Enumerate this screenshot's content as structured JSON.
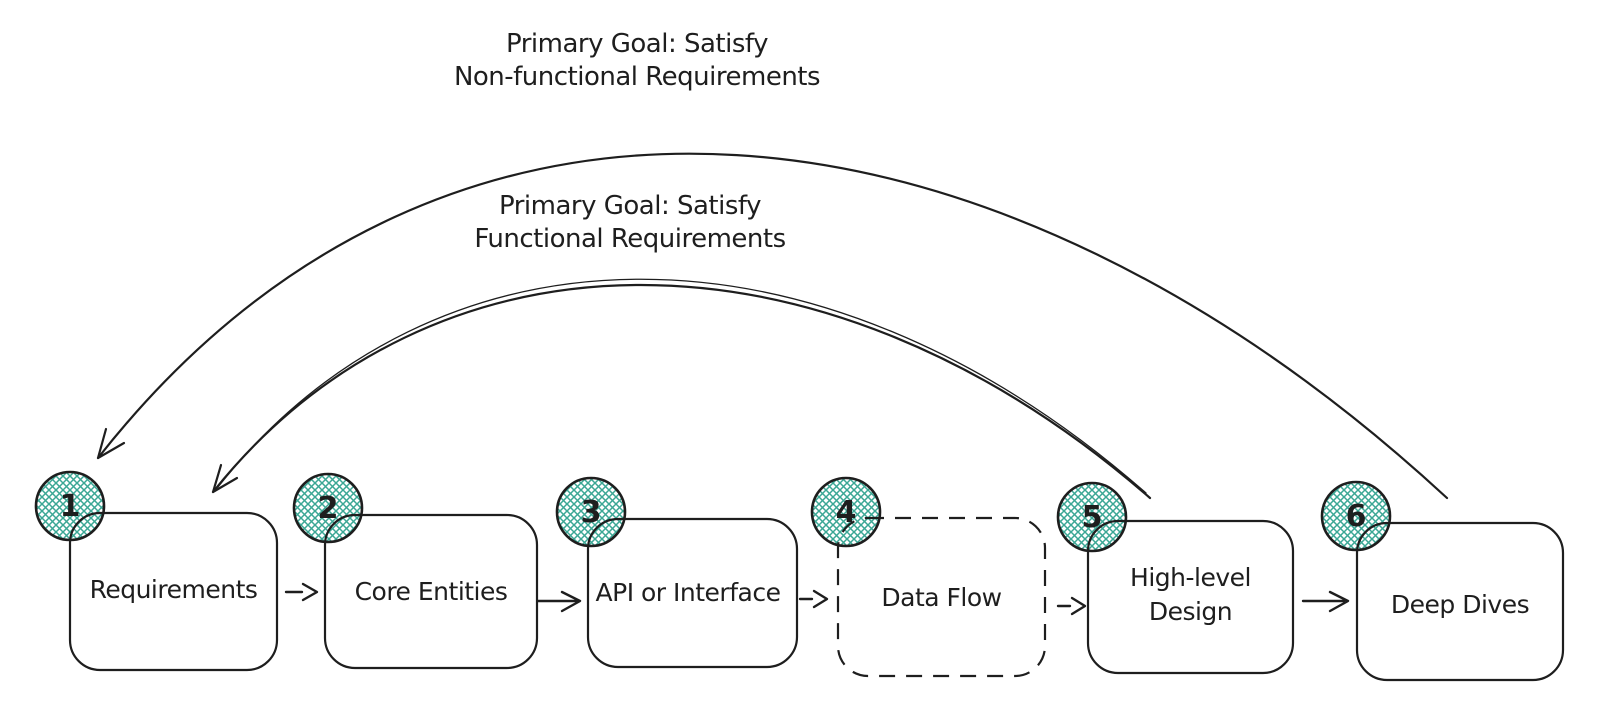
{
  "annotations": {
    "nonfunctional": "Primary Goal: Satisfy\nNon-functional Requirements",
    "functional": "Primary Goal: Satisfy\nFunctional Requirements"
  },
  "steps": [
    {
      "number": "1",
      "label": "Requirements",
      "border": "solid"
    },
    {
      "number": "2",
      "label": "Core Entities",
      "border": "solid"
    },
    {
      "number": "3",
      "label": "API or Interface",
      "border": "solid"
    },
    {
      "number": "4",
      "label": "Data Flow",
      "border": "dashed"
    },
    {
      "number": "5",
      "label": "High-level\nDesign",
      "border": "solid"
    },
    {
      "number": "6",
      "label": "Deep Dives",
      "border": "solid"
    }
  ],
  "colors": {
    "stroke": "#1e1e1e",
    "hatch": "#3ba795",
    "background": "#ffffff"
  }
}
